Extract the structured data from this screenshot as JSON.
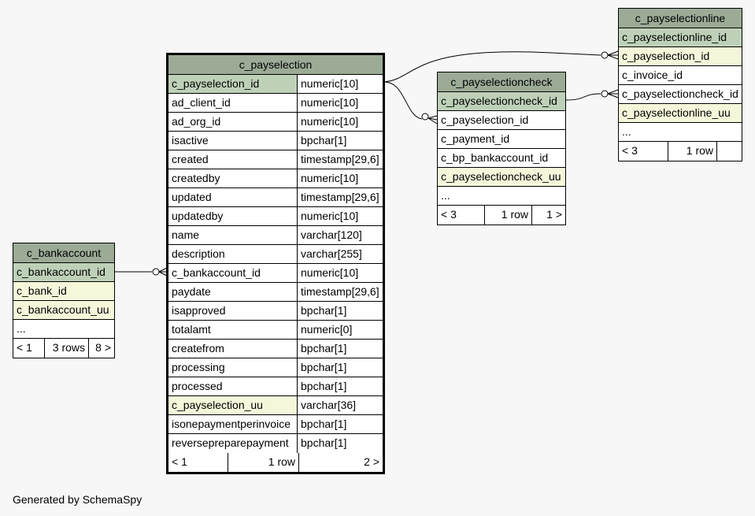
{
  "tables": {
    "c_payselection": {
      "name": "c_payselection",
      "columns": [
        {
          "name": "c_payselection_id",
          "type": "numeric[10]"
        },
        {
          "name": "ad_client_id",
          "type": "numeric[10]"
        },
        {
          "name": "ad_org_id",
          "type": "numeric[10]"
        },
        {
          "name": "isactive",
          "type": "bpchar[1]"
        },
        {
          "name": "created",
          "type": "timestamp[29,6]"
        },
        {
          "name": "createdby",
          "type": "numeric[10]"
        },
        {
          "name": "updated",
          "type": "timestamp[29,6]"
        },
        {
          "name": "updatedby",
          "type": "numeric[10]"
        },
        {
          "name": "name",
          "type": "varchar[120]"
        },
        {
          "name": "description",
          "type": "varchar[255]"
        },
        {
          "name": "c_bankaccount_id",
          "type": "numeric[10]"
        },
        {
          "name": "paydate",
          "type": "timestamp[29,6]"
        },
        {
          "name": "isapproved",
          "type": "bpchar[1]"
        },
        {
          "name": "totalamt",
          "type": "numeric[0]"
        },
        {
          "name": "createfrom",
          "type": "bpchar[1]"
        },
        {
          "name": "processing",
          "type": "bpchar[1]"
        },
        {
          "name": "processed",
          "type": "bpchar[1]"
        },
        {
          "name": "c_payselection_uu",
          "type": "varchar[36]"
        },
        {
          "name": "isonepaymentperinvoice",
          "type": "bpchar[1]"
        },
        {
          "name": "reversepreparepayment",
          "type": "bpchar[1]"
        }
      ],
      "footer": {
        "parents": "< 1",
        "rows": "1 row",
        "children": "2 >"
      }
    },
    "c_bankaccount": {
      "name": "c_bankaccount",
      "columns": [
        "c_bankaccount_id",
        "c_bank_id",
        "c_bankaccount_uu",
        "..."
      ],
      "footer": {
        "parents": "< 1",
        "rows": "3 rows",
        "children": "8 >"
      }
    },
    "c_payselectioncheck": {
      "name": "c_payselectioncheck",
      "columns": [
        "c_payselectioncheck_id",
        "c_payselection_id",
        "c_payment_id",
        "c_bp_bankaccount_id",
        "c_payselectioncheck_uu",
        "..."
      ],
      "footer": {
        "parents": "< 3",
        "rows": "1 row",
        "children": "1 >"
      }
    },
    "c_payselectionline": {
      "name": "c_payselectionline",
      "columns": [
        "c_payselectionline_id",
        "c_payselection_id",
        "c_invoice_id",
        "c_payselectioncheck_id",
        "c_payselectionline_uu",
        "..."
      ],
      "footer": {
        "parents": "< 3",
        "rows": "1 row",
        "children": ""
      }
    }
  },
  "footer_note": "Generated by SchemaSpy",
  "colors": {
    "header": "#9bab96",
    "primary_key": "#bed1b8",
    "foreign_key": "#f4f7da",
    "background": "#f7f7f7"
  }
}
